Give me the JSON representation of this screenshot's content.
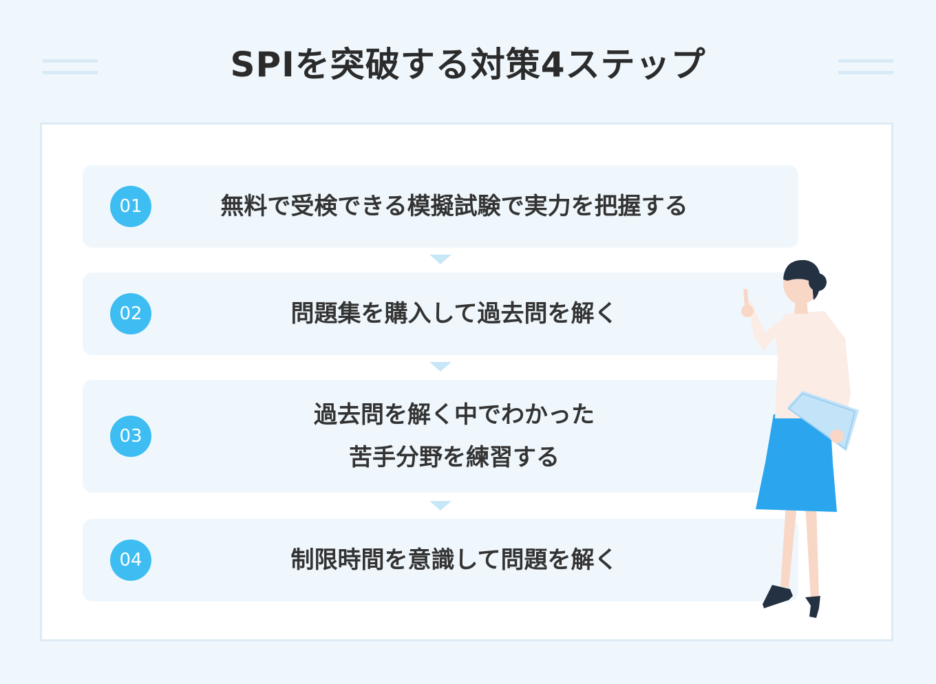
{
  "title": "SPIを突破する対策4ステップ",
  "steps": [
    {
      "number": "01",
      "text": "無料で受検できる模擬試験で実力を把握する"
    },
    {
      "number": "02",
      "text": "問題集を購入して過去問を解く"
    },
    {
      "number": "03",
      "text": "過去問を解く中でわかった\n苦手分野を練習する"
    },
    {
      "number": "04",
      "text": "制限時間を意識して問題を解く"
    }
  ],
  "colors": {
    "background": "#eff7fc",
    "badge": "#3dbdf2",
    "arrow": "#c7e7f7",
    "skirt": "#2ba6ee"
  },
  "illustration": "woman-pointing-holding-clipboard"
}
